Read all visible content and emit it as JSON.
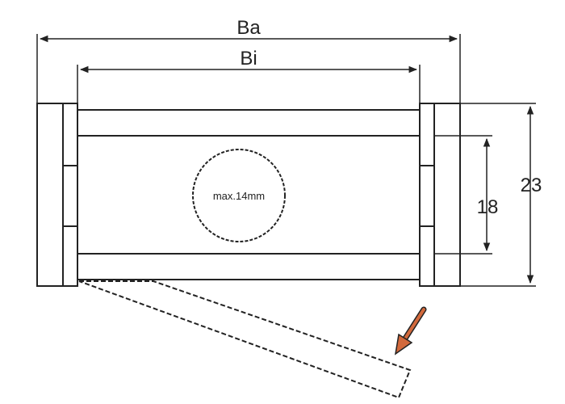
{
  "labels": {
    "outer_width": "Ba",
    "inner_width": "Bi",
    "outer_height": "23",
    "inner_height": "18",
    "max_cable": "max.14mm"
  },
  "colors": {
    "line": "#222222",
    "arrow": "#d2693c"
  },
  "icons": {
    "opening_direction": "opening-arrow-icon"
  }
}
